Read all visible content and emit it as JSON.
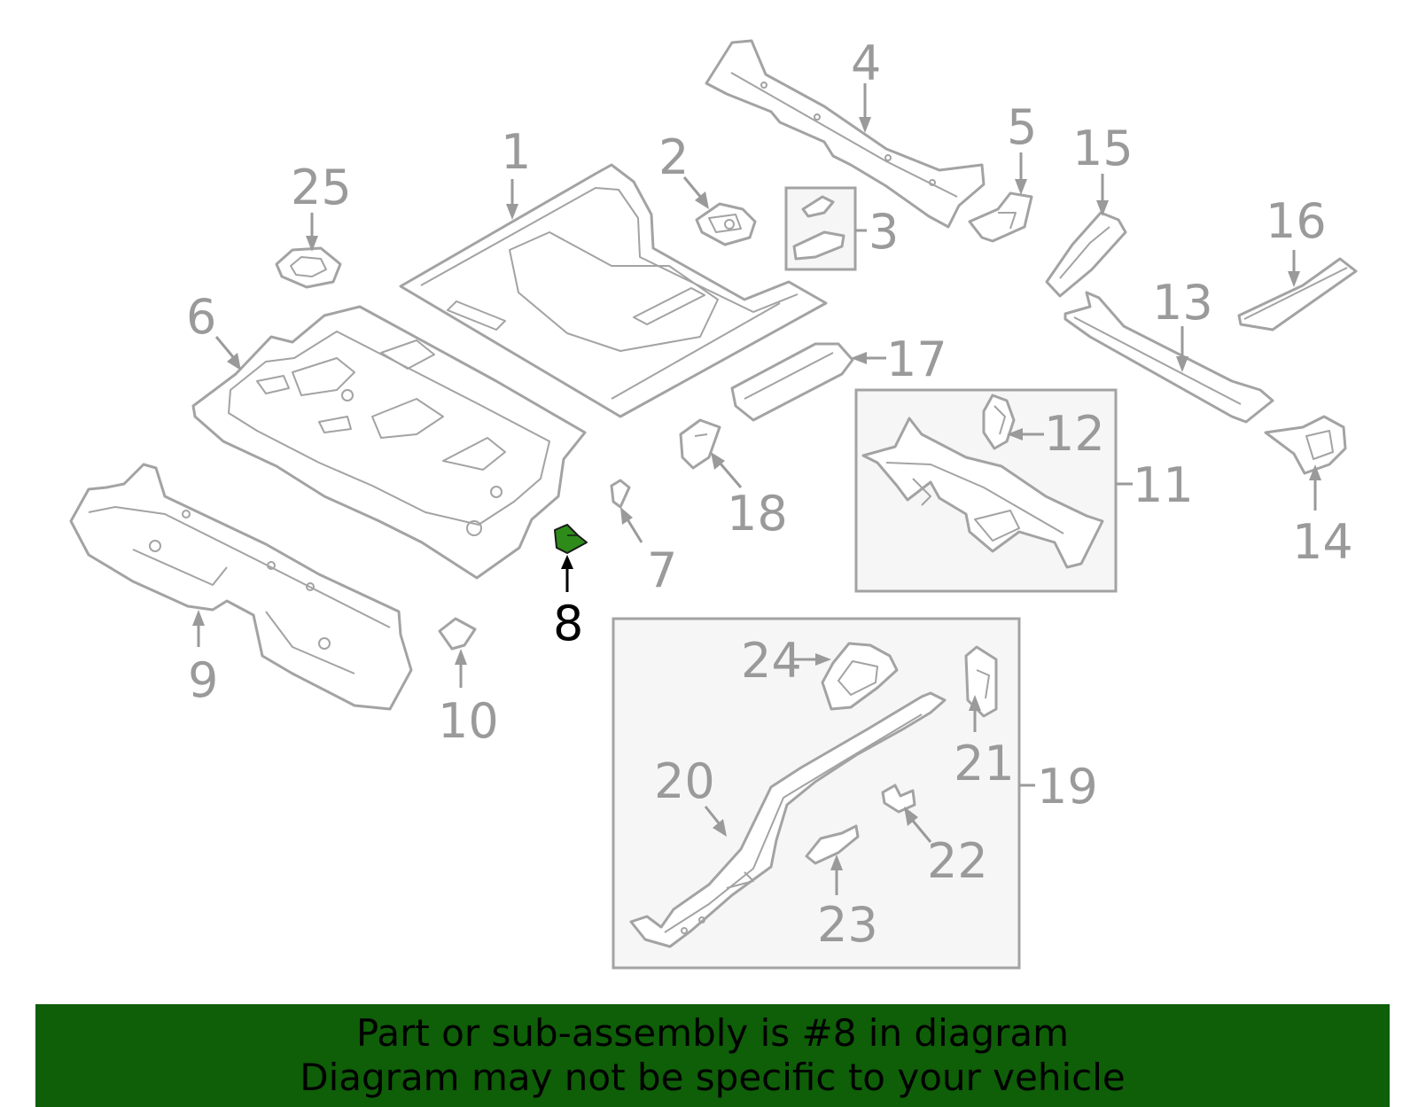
{
  "callouts": {
    "c1": "1",
    "c2": "2",
    "c3": "3",
    "c4": "4",
    "c5": "5",
    "c6": "6",
    "c7": "7",
    "c8": "8",
    "c9": "9",
    "c10": "10",
    "c11": "11",
    "c12": "12",
    "c13": "13",
    "c14": "14",
    "c15": "15",
    "c16": "16",
    "c17": "17",
    "c18": "18",
    "c19": "19",
    "c20": "20",
    "c21": "21",
    "c22": "22",
    "c23": "23",
    "c24": "24",
    "c25": "25"
  },
  "highlight": {
    "part_number": "8",
    "color": "#2e8b1a"
  },
  "banner": {
    "line1": "Part or sub-assembly is #8 in diagram",
    "line2": "Diagram may not be specific to your vehicle",
    "background": "#0f5e08"
  }
}
